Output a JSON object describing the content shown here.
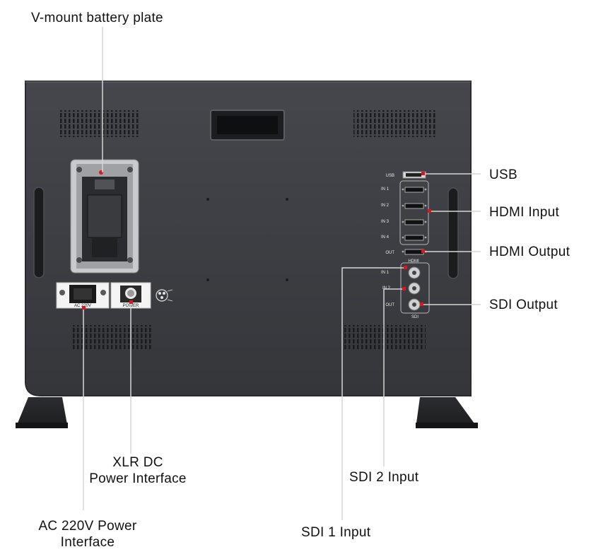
{
  "labels": {
    "battery_plate": "V-mount battery plate",
    "usb": "USB",
    "hdmi_input": "HDMI Input",
    "hdmi_output": "HDMI Output",
    "sdi_output": "SDI Output",
    "xlr_line1": "XLR DC",
    "xlr_line2": "Power Interface",
    "sdi2_input": "SDI 2 Input",
    "ac_line1": "AC 220V Power",
    "ac_line2": "Interface",
    "sdi1_input": "SDI 1 Input"
  },
  "panel": {
    "usb": "USB",
    "in1": "IN 1",
    "in2": "IN 2",
    "in3": "IN 3",
    "in4": "IN 4",
    "out": "OUT",
    "hdmi": "HDMI",
    "sdi_in1": "IN 1",
    "sdi_in2": "IN 2",
    "sdi_out": "OUT",
    "sdi": "SDI",
    "ac": "AC 220V",
    "power": "POWER"
  },
  "colors": {
    "chassis": "#3b3d41",
    "leader_line": "#d9d9d9",
    "marker": "#e0141e"
  }
}
